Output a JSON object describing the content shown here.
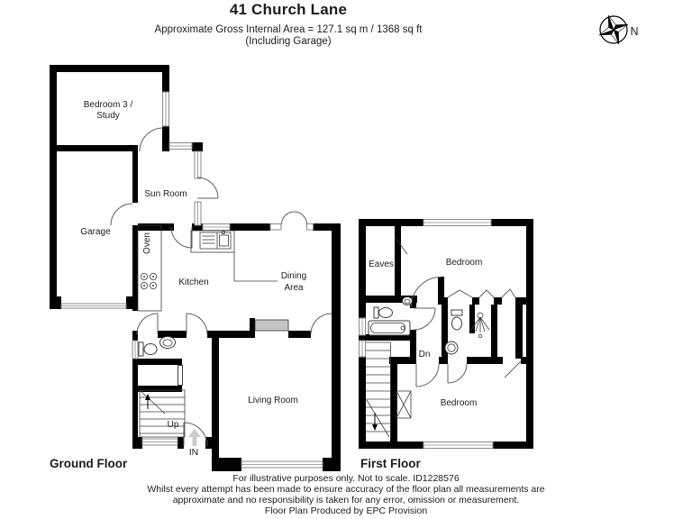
{
  "header": {
    "title": "41 Church Lane",
    "subtitle_line1": "Approximate Gross Internal Area = 127.1 sq m / 1368 sq ft",
    "subtitle_line2": "(Including Garage)"
  },
  "compass": {
    "north_label": "N"
  },
  "ground_floor": {
    "floor_label": "Ground Floor",
    "rooms": {
      "bedroom3_line1": "Bedroom 3 /",
      "bedroom3_line2": "Study",
      "sun_room": "Sun Room",
      "garage": "Garage",
      "oven": "Oven",
      "kitchen": "Kitchen",
      "dining_line1": "Dining",
      "dining_line2": "Area",
      "living_room": "Living Room",
      "stairs_up": "Up",
      "entrance": "IN"
    }
  },
  "first_floor": {
    "floor_label": "First Floor",
    "rooms": {
      "eaves": "Eaves",
      "bedroom_top": "Bedroom",
      "bedroom_bottom": "Bedroom",
      "stairs_down": "Dn"
    }
  },
  "footer": {
    "line1": "For illustrative purposes only. Not to scale. ID1228576",
    "line2": "Whilst every attempt has been made to ensure accuracy of the floor plan all measurements are",
    "line3": "approximate and no responsibility is taken for any error, omission or measurement.",
    "line4": "Floor Plan Produced by EPC Provision"
  },
  "colors": {
    "wall": "#000000",
    "window-line": "#8a8a8a",
    "door-arc": "#5f5f5f",
    "fixture-line": "#3c3c3c",
    "fireplace-fill": "#c5c5c5",
    "entry-arrow": "#cccccc"
  }
}
